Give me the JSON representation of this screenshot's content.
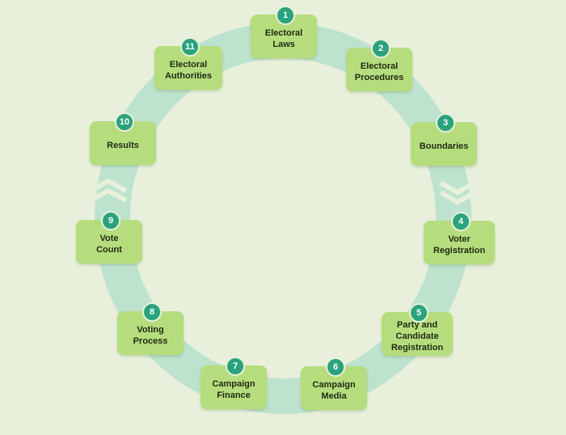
{
  "diagram": {
    "steps": [
      {
        "num": "1",
        "label": "Electoral\nLaws"
      },
      {
        "num": "2",
        "label": "Electoral\nProcedures"
      },
      {
        "num": "3",
        "label": "Boundaries"
      },
      {
        "num": "4",
        "label": "Voter\nRegistration"
      },
      {
        "num": "5",
        "label": "Party and\nCandidate\nRegistration"
      },
      {
        "num": "6",
        "label": "Campaign\nMedia"
      },
      {
        "num": "7",
        "label": "Campaign\nFinance"
      },
      {
        "num": "8",
        "label": "Voting\nProcess"
      },
      {
        "num": "9",
        "label": "Vote\nCount"
      },
      {
        "num": "10",
        "label": "Results"
      },
      {
        "num": "11",
        "label": "Electoral\nAuthorities"
      }
    ],
    "colors": {
      "background": "#e8f0dc",
      "ring": "#bde3cf",
      "step_box": "#b6dd7d",
      "badge": "#2aa37d",
      "arrow": "#e8f0dc"
    }
  }
}
